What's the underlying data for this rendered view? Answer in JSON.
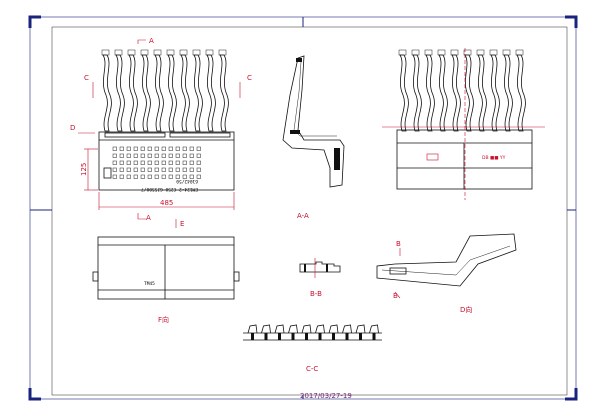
{
  "labels": {
    "sec_a_top": "A",
    "sec_a_bottom": "A",
    "sec_c_left": "C",
    "sec_c_right": "C",
    "sec_d": "D",
    "sec_e": "E",
    "sec_b_top": "B",
    "sec_b_bottom": "B",
    "sec_f": "F",
    "dim_height": "125",
    "dim_width": "485",
    "view_aa": "A-A",
    "view_bb": "B-B",
    "view_cc": "C-C",
    "view_f": "F向",
    "view_d": "D向",
    "part_code_1": "EM124-2 C250 GJ5500/7",
    "part_code_2": "61042/50",
    "bottom_mark": "TM45",
    "right_code": "DB ■■ YY",
    "footer_date": "2017/03/27-19"
  },
  "colors": {
    "frame": "#1a237e",
    "dimension": "#c8102e",
    "line": "#111111",
    "footer": "#7a1e7a"
  }
}
